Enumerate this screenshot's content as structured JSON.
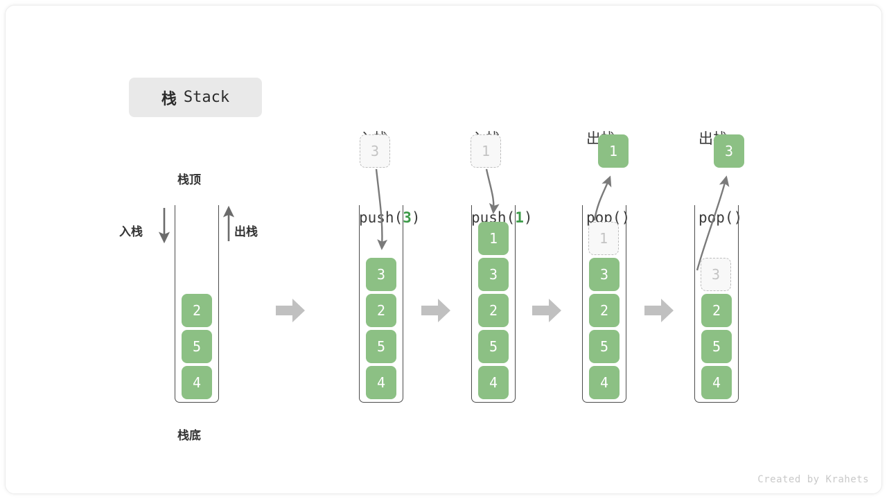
{
  "figure": {
    "title_cn": "栈",
    "title_en": "Stack",
    "credit": "Created by Krahets",
    "colors": {
      "cell_green": "#8cc084",
      "code_green": "#3c9a48",
      "ghost_gray": "#bdbdbd",
      "arrow_gray": "#c0c0c0",
      "chip_gray": "#e9e9e9",
      "text_dark": "#333333"
    }
  },
  "legend": {
    "top_label": "栈顶",
    "bottom_label": "栈底",
    "push_label": "入栈",
    "pop_label": "出栈",
    "push_arrow_icon": "arrow-down-icon",
    "pop_arrow_icon": "arrow-up-icon"
  },
  "stages": [
    {
      "id": "initial",
      "header_cn": "",
      "header_code": "",
      "cells": [
        "2",
        "5",
        "4"
      ],
      "float_cell": null,
      "ghost_index": null
    },
    {
      "id": "push-3",
      "header_cn": "入栈",
      "header_code": "push(3)",
      "code_arg": "3",
      "cells": [
        "3",
        "2",
        "5",
        "4"
      ],
      "float_cell": {
        "value": "3",
        "style": "ghost"
      },
      "flow_icon": "curved-arrow-down-icon"
    },
    {
      "id": "push-1",
      "header_cn": "入栈",
      "header_code": "push(1)",
      "code_arg": "1",
      "cells": [
        "1",
        "3",
        "2",
        "5",
        "4"
      ],
      "float_cell": {
        "value": "1",
        "style": "ghost"
      },
      "flow_icon": "curved-arrow-down-icon"
    },
    {
      "id": "pop-1",
      "header_cn": "出栈",
      "header_code": "pop()",
      "code_arg": "",
      "cells": [
        "1",
        "3",
        "2",
        "5",
        "4"
      ],
      "ghost_index": 0,
      "float_cell": {
        "value": "1",
        "style": "solid"
      },
      "flow_icon": "curved-arrow-up-icon"
    },
    {
      "id": "pop-3",
      "header_cn": "出栈",
      "header_code": "pop()",
      "code_arg": "",
      "cells": [
        "3",
        "2",
        "5",
        "4"
      ],
      "ghost_index": 0,
      "float_cell": {
        "value": "3",
        "style": "solid"
      },
      "flow_icon": "curved-arrow-up-icon"
    }
  ],
  "step_arrows": [
    {
      "name": "step-arrow-1"
    },
    {
      "name": "step-arrow-2"
    },
    {
      "name": "step-arrow-3"
    },
    {
      "name": "step-arrow-4"
    }
  ]
}
